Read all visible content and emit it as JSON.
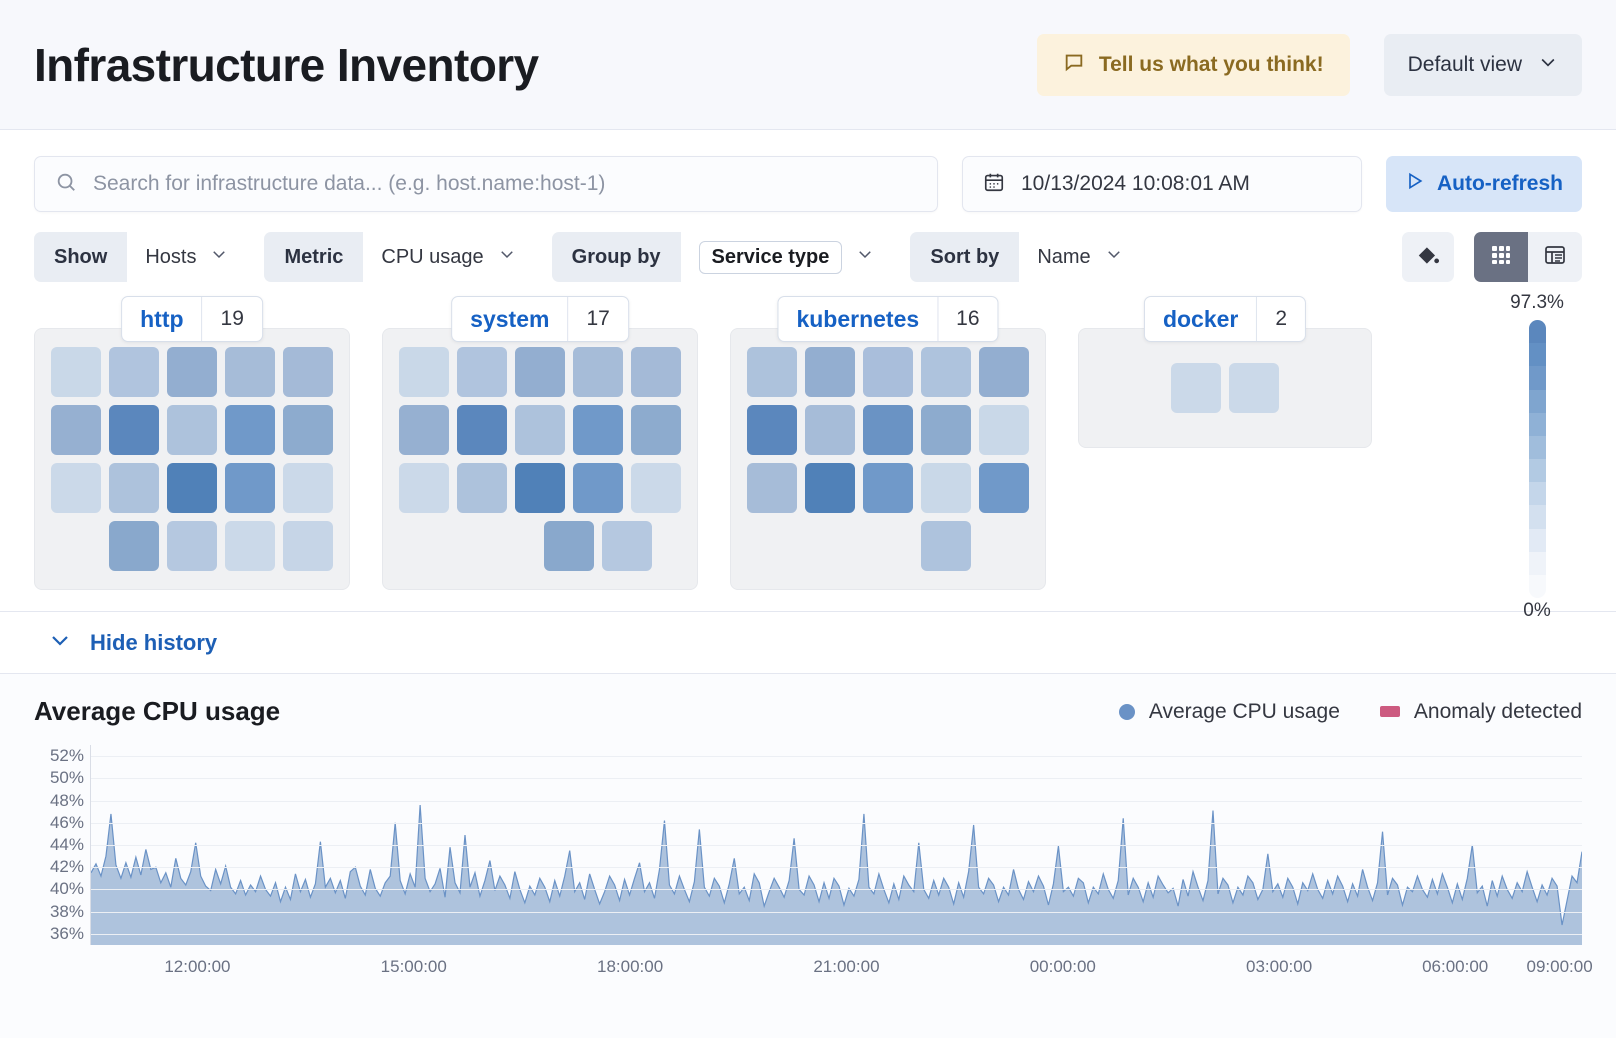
{
  "header": {
    "title": "Infrastructure Inventory",
    "feedback_label": "Tell us what you think!",
    "feedback_icon": "comment-icon",
    "view_label": "Default view",
    "view_chevron_icon": "chevron-down-icon"
  },
  "search": {
    "placeholder": "Search for infrastructure data... (e.g. host.name:host-1)",
    "value": "",
    "icon": "search-icon"
  },
  "datepicker": {
    "value": "10/13/2024 10:08:01 AM",
    "icon": "calendar-icon"
  },
  "refresh": {
    "label": "Auto-refresh",
    "icon": "play-icon"
  },
  "filters": [
    {
      "label": "Show",
      "value": "Hosts",
      "boxed": false
    },
    {
      "label": "Metric",
      "value": "CPU usage",
      "boxed": false
    },
    {
      "label": "Group by",
      "value": "Service type",
      "boxed": true
    },
    {
      "label": "Sort by",
      "value": "Name",
      "boxed": false
    }
  ],
  "toolbar": {
    "palette_icon": "paint-bucket-icon",
    "grid_view_icon": "grid-view-icon",
    "table_view_icon": "table-view-icon",
    "active_view": "grid"
  },
  "legend_scale": {
    "max_label": "97.3%",
    "min_label": "0%",
    "stops": [
      "#5b87bd",
      "#6390c4",
      "#7099c9",
      "#7fa5cf",
      "#8fb1d6",
      "#a0bddc",
      "#b2cae3",
      "#c4d6ea",
      "#d3e0ef",
      "#e2eaf5",
      "#eff3f9",
      "#f7f9fc"
    ]
  },
  "groups": [
    {
      "name": "http",
      "count": "19",
      "rows": [
        [
          "#c9d8e8",
          "#b0c4de",
          "#93aed0",
          "#a6bcd8",
          "#a4bad7"
        ],
        [
          "#96b0d1",
          "#5b87bd",
          "#adc2dc",
          "#7099c9",
          "#8dabce"
        ],
        [
          "#cbd9e9",
          "#adc2dc",
          "#5081b8",
          "#7099c9",
          "#cbd9e9"
        ],
        [
          "#89a8cc",
          "#b5c8e0",
          "#cbd9e9",
          "#c6d5e7"
        ]
      ],
      "row_offsets": [
        0,
        0,
        0,
        1
      ]
    },
    {
      "name": "system",
      "count": "17",
      "rows": [
        [
          "#c9d8e8",
          "#b0c4de",
          "#93aed0",
          "#a6bcd8",
          "#a4bad7"
        ],
        [
          "#96b0d1",
          "#5b87bd",
          "#adc2dc",
          "#7099c9",
          "#8dabce"
        ],
        [
          "#cbd9e9",
          "#adc2dc",
          "#5081b8",
          "#7099c9",
          "#cbd9e9"
        ],
        [
          "#89a8cc",
          "#b5c8e0"
        ]
      ],
      "row_offsets": [
        0,
        0,
        0,
        2
      ]
    },
    {
      "name": "kubernetes",
      "count": "16",
      "rows": [
        [
          "#adc2dc",
          "#93aed0",
          "#a9bedb",
          "#aec3dd",
          "#93aed0"
        ],
        [
          "#5b87bd",
          "#a6bcd8",
          "#6a93c4",
          "#8dabce",
          "#c9d8e8"
        ],
        [
          "#a6bcd8",
          "#5081b8",
          "#7099c9",
          "#c9d8e8",
          "#7099c9"
        ],
        [
          "#aec3dd"
        ]
      ],
      "row_offsets": [
        0,
        0,
        0,
        2
      ]
    },
    {
      "name": "docker",
      "count": "2",
      "rows": [
        [
          "#cbd9e9",
          "#cbd9e9"
        ]
      ],
      "row_offsets": [
        0
      ]
    }
  ],
  "history": {
    "toggle_label": "Hide history",
    "toggle_icon": "chevron-down-icon"
  },
  "chart_data": {
    "type": "area",
    "title": "Average CPU usage",
    "xlabel": "",
    "ylabel": "",
    "grid": true,
    "legend_position": "top-right",
    "legend": [
      {
        "name": "Average CPU usage",
        "color": "#6a92c6",
        "marker": "circle"
      },
      {
        "name": "Anomaly detected",
        "color": "#cc5a80",
        "marker": "square"
      }
    ],
    "ylim": [
      35,
      53
    ],
    "yticks": [
      "52%",
      "50%",
      "48%",
      "46%",
      "44%",
      "42%",
      "40%",
      "38%",
      "36%"
    ],
    "ytick_values": [
      52,
      50,
      48,
      46,
      44,
      42,
      40,
      38,
      36
    ],
    "xticks": [
      "12:00:00",
      "15:00:00",
      "18:00:00",
      "21:00:00",
      "00:00:00",
      "03:00:00",
      "06:00:00",
      "09:00:00"
    ],
    "xtick_positions": [
      0.072,
      0.217,
      0.362,
      0.507,
      0.652,
      0.797,
      0.915,
      0.985
    ],
    "series": [
      {
        "name": "Average CPU usage",
        "color": "#6a92c6",
        "fill": "#aec3dd",
        "values": [
          41.5,
          42.3,
          41.2,
          43.0,
          46.8,
          42.2,
          41.0,
          42.4,
          41.1,
          42.9,
          41.3,
          43.6,
          41.8,
          42.0,
          40.6,
          41.5,
          40.2,
          42.8,
          41.0,
          40.4,
          41.6,
          44.2,
          41.2,
          40.3,
          39.9,
          41.8,
          40.5,
          42.1,
          40.2,
          39.6,
          40.8,
          39.5,
          40.4,
          39.8,
          41.2,
          40.0,
          39.4,
          40.6,
          38.9,
          40.2,
          39.1,
          41.4,
          39.8,
          40.9,
          39.3,
          40.5,
          44.3,
          40.2,
          41.0,
          39.7,
          40.8,
          39.2,
          41.6,
          42.0,
          40.3,
          39.5,
          41.8,
          40.1,
          39.4,
          40.6,
          41.2,
          46.0,
          40.8,
          39.6,
          41.4,
          40.2,
          47.6,
          41.0,
          39.8,
          40.5,
          41.9,
          39.3,
          43.8,
          40.6,
          39.7,
          44.9,
          40.2,
          41.5,
          39.4,
          40.8,
          42.6,
          39.9,
          41.2,
          40.4,
          39.2,
          41.6,
          40.0,
          38.8,
          40.3,
          39.5,
          41.0,
          40.2,
          38.9,
          40.8,
          39.4,
          41.2,
          43.5,
          39.8,
          40.6,
          39.1,
          41.4,
          40.0,
          38.7,
          39.8,
          41.2,
          40.4,
          39.0,
          40.9,
          39.5,
          41.0,
          42.4,
          39.8,
          40.6,
          39.2,
          41.8,
          46.2,
          40.4,
          39.6,
          41.2,
          40.0,
          38.9,
          40.7,
          45.4,
          40.2,
          39.4,
          41.0,
          40.3,
          38.8,
          40.5,
          42.8,
          39.6,
          40.2,
          39.0,
          41.4,
          40.6,
          38.5,
          39.8,
          41.0,
          40.2,
          39.3,
          40.8,
          44.6,
          40.0,
          39.5,
          41.2,
          40.4,
          38.9,
          40.6,
          39.2,
          41.0,
          40.3,
          38.6,
          40.1,
          39.4,
          40.9,
          46.8,
          40.2,
          39.6,
          41.4,
          40.0,
          38.8,
          40.5,
          39.1,
          41.2,
          40.4,
          39.8,
          44.2,
          40.0,
          39.2,
          40.8,
          39.5,
          41.0,
          40.2,
          38.7,
          40.6,
          39.3,
          41.6,
          45.8,
          40.2,
          39.6,
          41.0,
          40.4,
          38.9,
          40.2,
          39.5,
          41.8,
          40.0,
          39.1,
          40.7,
          39.8,
          41.2,
          40.3,
          38.6,
          40.5,
          43.9,
          39.8,
          40.2,
          39.4,
          41.0,
          40.6,
          38.8,
          40.2,
          39.6,
          41.4,
          40.0,
          39.2,
          40.8,
          46.4,
          39.5,
          41.0,
          40.2,
          38.9,
          40.6,
          39.3,
          41.2,
          40.4,
          39.7,
          40.1,
          38.5,
          40.9,
          39.4,
          41.6,
          40.2,
          39.0,
          40.8,
          47.1,
          39.6,
          41.0,
          40.4,
          38.8,
          40.2,
          39.5,
          41.2,
          40.6,
          39.1,
          40.0,
          43.2,
          39.8,
          40.5,
          39.3,
          41.0,
          40.2,
          38.7,
          40.6,
          39.9,
          41.4,
          40.0,
          39.2,
          40.8,
          39.6,
          41.2,
          40.3,
          38.9,
          40.5,
          39.4,
          41.8,
          40.2,
          39.0,
          40.6,
          45.2,
          39.5,
          41.0,
          40.4,
          38.6,
          40.2,
          39.8,
          41.2,
          40.0,
          39.3,
          40.9,
          39.6,
          41.4,
          40.2,
          38.8,
          40.5,
          39.1,
          41.0,
          44.0,
          39.7,
          40.3,
          38.5,
          40.8,
          39.4,
          41.2,
          40.0,
          39.2,
          40.6,
          39.8,
          41.6,
          40.2,
          38.9,
          40.4,
          39.5,
          41.0,
          40.3,
          36.8,
          39.0,
          41.2,
          40.6,
          43.4
        ]
      }
    ]
  }
}
